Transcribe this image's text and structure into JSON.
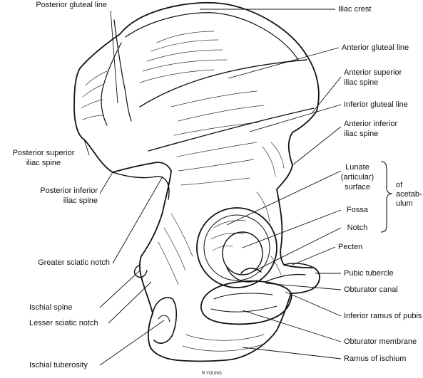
{
  "labels": {
    "posterior_gluteal_line": "Posterior gluteal line",
    "iliac_crest": "Iliac crest",
    "anterior_gluteal_line": "Anterior gluteal line",
    "anterior_superior_iliac_spine_1": "Anterior superior",
    "anterior_superior_iliac_spine_2": "iliac spine",
    "inferior_gluteal_line": "Inferior gluteal line",
    "anterior_inferior_iliac_spine_1": "Anterior inferior",
    "anterior_inferior_iliac_spine_2": "iliac spine",
    "posterior_superior_iliac_spine_1": "Posterior superior",
    "posterior_superior_iliac_spine_2": "iliac spine",
    "posterior_inferior_iliac_spine_1": "Posterior inferior",
    "posterior_inferior_iliac_spine_2": "iliac spine",
    "lunate_1": "Lunate",
    "lunate_2": "(articular)",
    "lunate_3": "surface",
    "fossa": "Fossa",
    "notch": "Notch",
    "of_acetabulum_1": "of",
    "of_acetabulum_2": "acetab-",
    "of_acetabulum_3": "ulum",
    "greater_sciatic_notch": "Greater sciatic notch",
    "pecten": "Pecten",
    "pubic_tubercle": "Pubic tubercle",
    "obturator_canal": "Obturator canal",
    "ischial_spine": "Ischial spine",
    "lesser_sciatic_notch": "Lesser sciatic notch",
    "inferior_ramus_of_pubis": "Inferior ramus of pubis",
    "obturator_membrane": "Obturator membrane",
    "ischial_tuberosity": "Ischial tuberosity",
    "ramus_of_ischium": "Ramus of ischium",
    "artist_signature": "R YOUNG"
  },
  "colors": {
    "ink": "#111111",
    "background": "#ffffff"
  }
}
